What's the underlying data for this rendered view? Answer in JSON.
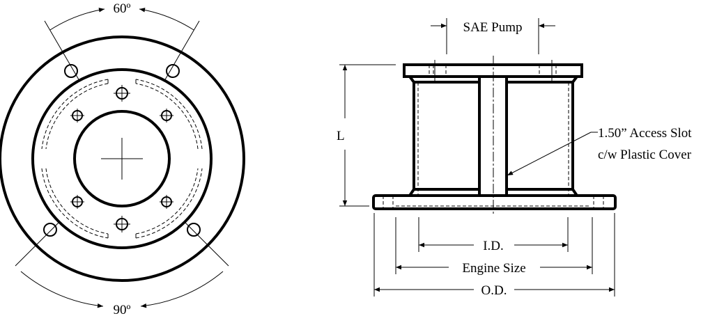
{
  "front_view": {
    "angle_top_label": "60º",
    "angle_bottom_label": "90º"
  },
  "side_view": {
    "pump_label": "SAE Pump",
    "length_label": "L",
    "slot_label_line1": "1.50” Access Slot",
    "slot_label_line2": "c/w Plastic Cover",
    "id_label": "I.D.",
    "engine_label": "Engine Size",
    "od_label": "O.D."
  }
}
